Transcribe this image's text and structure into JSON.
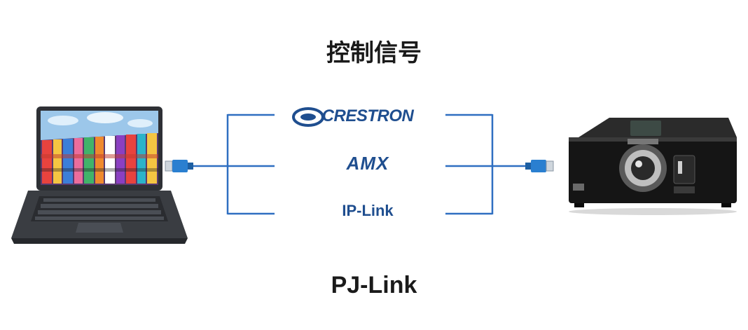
{
  "diagram": {
    "top_title": "控制信号",
    "bottom_title": "PJ-Link",
    "protocols": [
      "CRESTRON",
      "AMX",
      "IP-Link"
    ]
  },
  "colors": {
    "line": "#2f6fc1",
    "protocol_text": "#1f4e8f",
    "laptop_body": "#3a3d42",
    "projector_body": "#151515"
  },
  "icons": {
    "left_device": "laptop-icon",
    "right_device": "projector-icon",
    "connector": "ethernet-plug-icon"
  }
}
